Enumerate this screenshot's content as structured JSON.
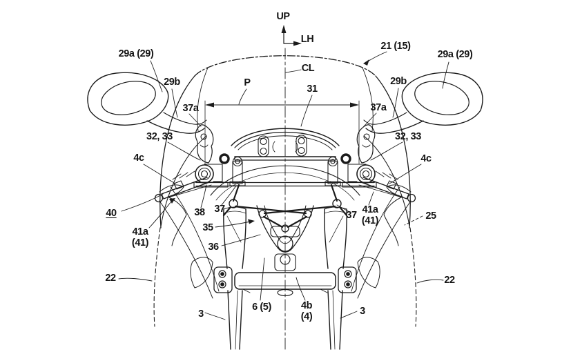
{
  "figure": {
    "type": "patent-line-drawing",
    "subject": "motorcycle front cowl, mirrors and steering assembly (front view)",
    "background_color": "#ffffff",
    "line_color": "#1b1b1b",
    "text_color": "#141414"
  },
  "axis_indicator": {
    "up": "UP",
    "lh": "LH",
    "centerline": "CL"
  },
  "dimension": {
    "label": "P"
  },
  "labels": {
    "up": {
      "text": "UP"
    },
    "lh": {
      "text": "LH"
    },
    "cl": {
      "text": "CL"
    },
    "p": {
      "text": "P"
    },
    "n31": {
      "text": "31"
    },
    "n21_15": {
      "text": "21 (15)"
    },
    "l29a": {
      "text": "29a (29)"
    },
    "r29a": {
      "text": "29a (29)"
    },
    "l29b": {
      "text": "29b"
    },
    "r29b": {
      "text": "29b"
    },
    "l37a": {
      "text": "37a"
    },
    "r37a": {
      "text": "37a"
    },
    "l3233": {
      "text": "32, 33"
    },
    "r3233": {
      "text": "32, 33"
    },
    "l4c": {
      "text": "4c"
    },
    "r4c": {
      "text": "4c"
    },
    "l40": {
      "text": "40"
    },
    "l41a": {
      "text": "41a\n(41)"
    },
    "r41a": {
      "text": "41a\n(41)"
    },
    "n38": {
      "text": "38"
    },
    "l37": {
      "text": "37"
    },
    "r37": {
      "text": "37"
    },
    "n35": {
      "text": "35"
    },
    "n36": {
      "text": "36"
    },
    "r25": {
      "text": "25"
    },
    "l22": {
      "text": "22"
    },
    "r22": {
      "text": "22"
    },
    "l3": {
      "text": "3"
    },
    "r3": {
      "text": "3"
    },
    "n6_5": {
      "text": "6 (5)"
    },
    "n4b4": {
      "text": "4b\n(4)"
    }
  }
}
